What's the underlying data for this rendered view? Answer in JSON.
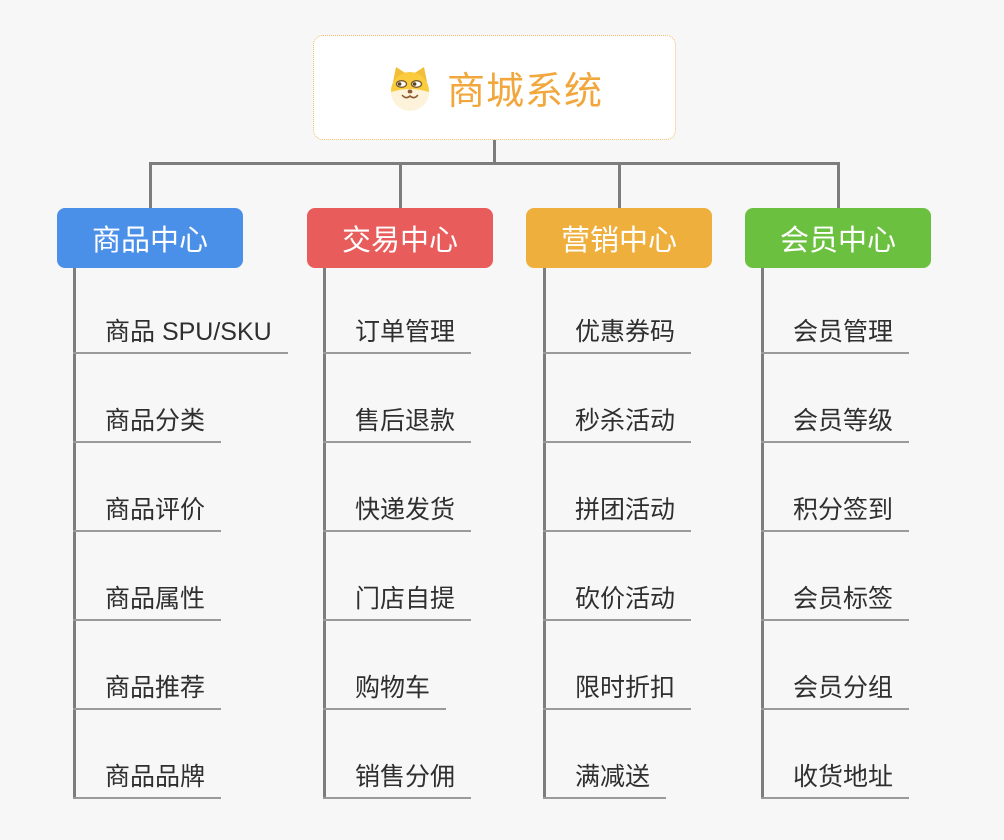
{
  "root": {
    "title": "商城系统",
    "icon": "dog-face-icon",
    "title_color": "#F1A73C",
    "border_color": "#F2BA68"
  },
  "branches": [
    {
      "id": "product-center",
      "label": "商品中心",
      "color": "#4A8FE8",
      "children": [
        "商品 SPU/SKU",
        "商品分类",
        "商品评价",
        "商品属性",
        "商品推荐",
        "商品品牌"
      ]
    },
    {
      "id": "trade-center",
      "label": "交易中心",
      "color": "#E85C5C",
      "children": [
        "订单管理",
        "售后退款",
        "快递发货",
        "门店自提",
        "购物车",
        "销售分佣"
      ]
    },
    {
      "id": "marketing-center",
      "label": "营销中心",
      "color": "#EFAF3D",
      "children": [
        "优惠券码",
        "秒杀活动",
        "拼团活动",
        "砍价活动",
        "限时折扣",
        "满减送"
      ]
    },
    {
      "id": "member-center",
      "label": "会员中心",
      "color": "#6CC040",
      "children": [
        "会员管理",
        "会员等级",
        "积分签到",
        "会员标签",
        "会员分组",
        "收货地址"
      ]
    }
  ],
  "connectors": {
    "line_color": "#7D7D7D",
    "underline_color": "#9A9A9A"
  },
  "leaf_text_color": "#2F2F2F",
  "background_color": "#F7F7F7"
}
